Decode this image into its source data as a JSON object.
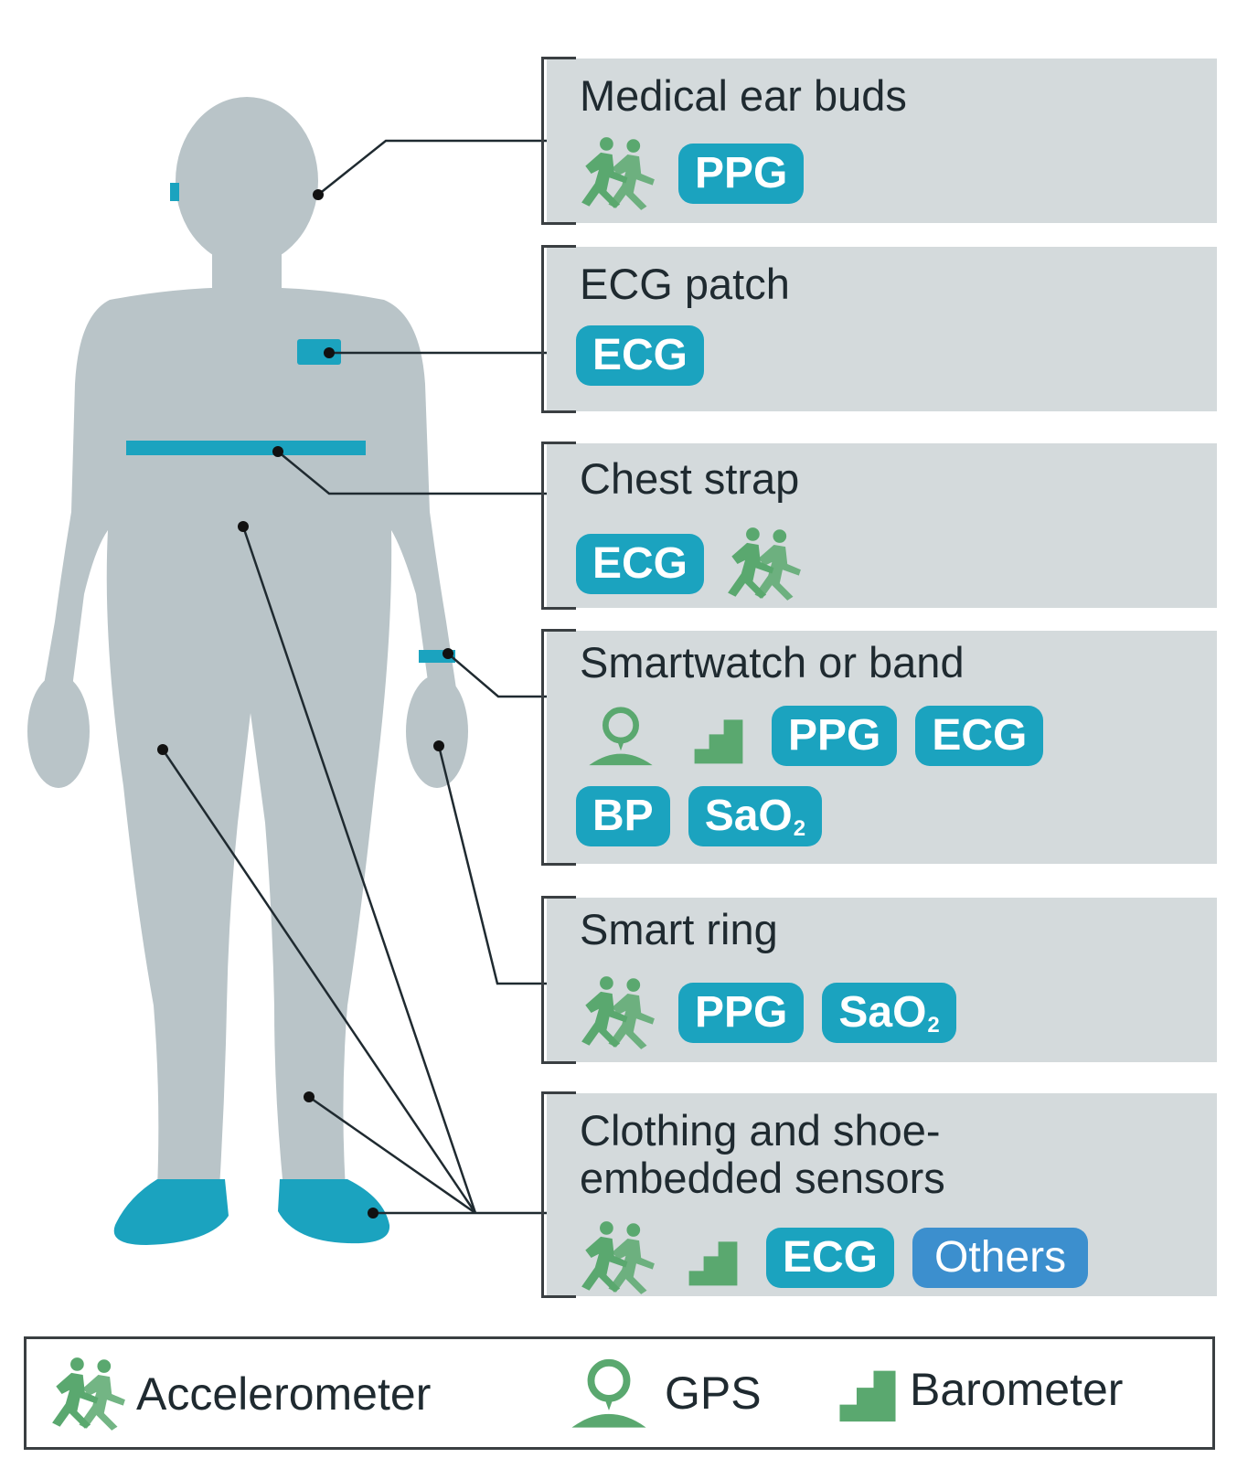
{
  "colors": {
    "silhouette": "#b9c4c8",
    "sensor_band": "#1ba3bf",
    "chip": "#1ba3bf",
    "chip_others": "#3c8fce",
    "icon_green": "#5aa86f",
    "panel_bg": "#d4dadc"
  },
  "devices": [
    {
      "title": "Medical ear buds",
      "icons": [
        "accelerometer-icon"
      ],
      "chips": [
        {
          "label": "PPG"
        }
      ]
    },
    {
      "title": "ECG patch",
      "icons": [],
      "chips": [
        {
          "label": "ECG"
        }
      ]
    },
    {
      "title": "Chest strap",
      "icons": [
        "accelerometer-icon"
      ],
      "chips": [
        {
          "label": "ECG"
        }
      ]
    },
    {
      "title": "Smartwatch or band",
      "icons": [
        "gps-icon",
        "barometer-icon"
      ],
      "chips": [
        {
          "label": "PPG"
        },
        {
          "label": "ECG"
        },
        {
          "label": "BP"
        },
        {
          "label": "SaO",
          "sub": "2"
        }
      ]
    },
    {
      "title": "Smart ring",
      "icons": [
        "accelerometer-icon"
      ],
      "chips": [
        {
          "label": "PPG"
        },
        {
          "label": "SaO",
          "sub": "2"
        }
      ]
    },
    {
      "title_line1": "Clothing and shoe-",
      "title_line2": "embedded sensors",
      "icons": [
        "accelerometer-icon",
        "barometer-icon"
      ],
      "chips": [
        {
          "label": "ECG"
        },
        {
          "label": "Others"
        }
      ]
    }
  ],
  "legend": {
    "accelerometer": "Accelerometer",
    "gps": "GPS",
    "barometer": "Barometer"
  }
}
